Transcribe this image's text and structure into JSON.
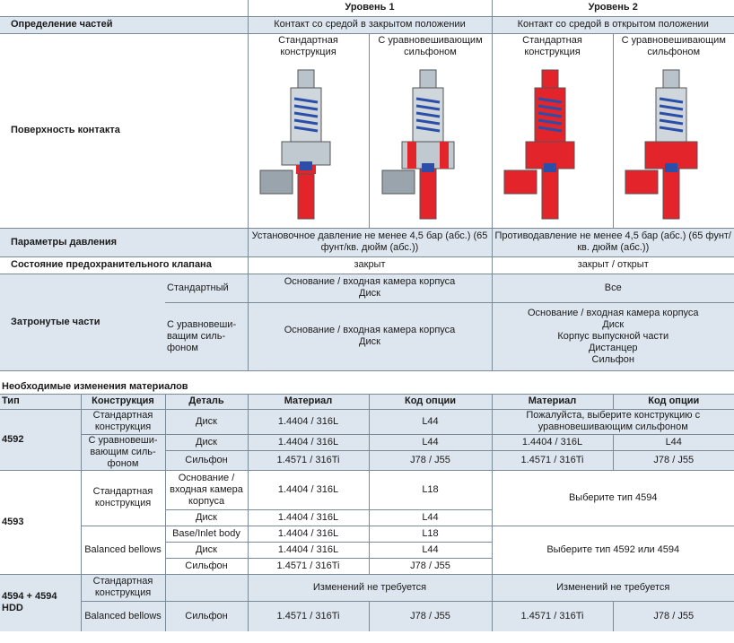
{
  "header": {
    "level1": "Уровень 1",
    "level2": "Уровень 2"
  },
  "definition": {
    "label": "Определение частей",
    "level1": "Контакт со средой в закрытом положении",
    "level2": "Контакт со средой в открытом положении"
  },
  "designs": {
    "standard": "Стандартная конструкция",
    "bellows": "С уравновешивающим сильфоном"
  },
  "contact_surface": {
    "label": "Поверхность контакта"
  },
  "pressure": {
    "label": "Параметры давления",
    "level1": "Установочное давление не менее 4,5 бар (абс.) (65 фунт/кв. дюйм (абс.))",
    "level2": "Противодавление не менее 4,5 бар (абс.) (65 фунт/кв. дюйм (абс.))"
  },
  "valve_state": {
    "label": "Состояние предохранительного клапана",
    "level1": "закрыт",
    "level2": "закрыт / открыт"
  },
  "affected": {
    "label": "Затронутые части",
    "standard": "Стандартный",
    "bellows": "С уравновеши-ващим силь-фоном",
    "l1_standard": [
      "Основание / входная камера корпуса",
      "Диск"
    ],
    "l1_bellows": [
      "Основание / входная камера корпуса",
      "Диск"
    ],
    "l2_standard": "Все",
    "l2_bellows": [
      "Основание / входная камера корпуса",
      "Диск",
      "Корпус выпускной части",
      "Дистанцер",
      "Сильфон"
    ]
  },
  "materials": {
    "section_title": "Необходимые изменения материалов",
    "columns": [
      "Тип",
      "Конструкция",
      "Деталь",
      "Материал",
      "Код опции",
      "Материал",
      "Код опции"
    ]
  },
  "t4592": {
    "type": "4592",
    "std_design": "Стандартная конструкция",
    "bel_design": "С уравновеши-вающим силь-фоном",
    "r1": {
      "part": "Диск",
      "mat": "1.4404 / 316L",
      "code": "L44",
      "l2": "Пожалуйста, выберите конструкцию с уравновешивающим сильфоном"
    },
    "r2": {
      "part": "Диск",
      "mat": "1.4404 / 316L",
      "code": "L44",
      "mat2": "1.4404 / 316L",
      "code2": "L44"
    },
    "r3": {
      "part": "Сильфон",
      "mat": "1.4571 / 316Ti",
      "code": "J78 / J55",
      "mat2": "1.4571 / 316Ti",
      "code2": "J78 / J55"
    }
  },
  "t4593": {
    "type": "4593",
    "std_design": "Стандартная конструкция",
    "bel_design": "Balanced bellows",
    "r1": {
      "part": "Основание / входная камера корпуса",
      "mat": "1.4404 / 316L",
      "code": "L18"
    },
    "r2": {
      "part": "Диск",
      "mat": "1.4404 / 316L",
      "code": "L44"
    },
    "std_l2": "Выберите тип 4594",
    "r3": {
      "part": "Base/Inlet body",
      "mat": "1.4404 / 316L",
      "code": "L18"
    },
    "r4": {
      "part": "Диск",
      "mat": "1.4404 / 316L",
      "code": "L44"
    },
    "r5": {
      "part": "Сильфон",
      "mat": "1.4571 / 316Ti",
      "code": "J78 / J55"
    },
    "bel_l2": "Выберите тип 4592 или 4594"
  },
  "t4594": {
    "type": "4594 + 4594 HDD",
    "std_design": "Стандартная конструкция",
    "std_l1": "Изменений не требуется",
    "std_l2": "Изменений не требуется",
    "bel_design": "Balanced bellows",
    "part": "Сильфон",
    "mat": "1.4571 / 316Ti",
    "code": "J78 / J55",
    "mat2": "1.4571 / 316Ti",
    "code2": "J78 / J55"
  },
  "colors": {
    "row_blue": "#dde6ef",
    "contact_red": "#e3242b",
    "spring_blue": "#2b4fa8"
  }
}
